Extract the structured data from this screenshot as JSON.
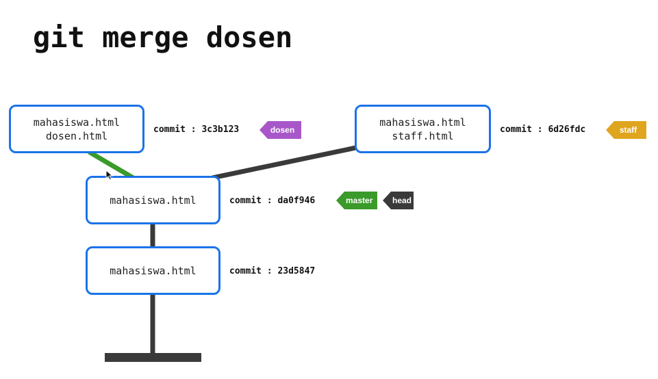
{
  "title": "git merge dosen",
  "colors": {
    "node_border": "#1a73e8",
    "line": "#3a3a3a",
    "merge_line": "#3a9a2a",
    "tag_dosen": "#a857c9",
    "tag_staff": "#e0a51e",
    "tag_master": "#3a9a2a",
    "tag_head": "#3a3a3a"
  },
  "nodes": {
    "dosen": {
      "lines": [
        "mahasiswa.html",
        "dosen.html"
      ],
      "commit": "commit : 3c3b123"
    },
    "staff": {
      "lines": [
        "mahasiswa.html",
        "staff.html"
      ],
      "commit": "commit : 6d26fdc"
    },
    "master": {
      "lines": [
        "mahasiswa.html"
      ],
      "commit": "commit : da0f946"
    },
    "base": {
      "lines": [
        "mahasiswa.html"
      ],
      "commit": "commit : 23d5847"
    }
  },
  "tags": {
    "dosen": "dosen",
    "staff": "staff",
    "master": "master",
    "head": "head"
  }
}
